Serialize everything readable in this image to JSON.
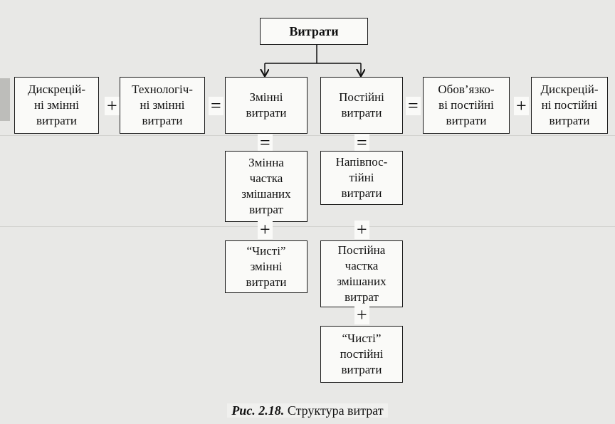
{
  "diagram": {
    "root": "Витрати",
    "variable": "Змінні\nвитрати",
    "fixed": "Постійні\nвитрати",
    "discretionary_variable": "Дискрецій-\nні змінні\nвитрати",
    "technological_variable": "Технологіч-\nні змінні\nвитрати",
    "committed_fixed": "Обов’язко-\nві постійні\nвитрати",
    "discretionary_fixed": "Дискрецій-\nні постійні\nвитрати",
    "variable_part_mixed": "Змінна\nчастка\nзмішаних\nвитрат",
    "semi_fixed": "Напівпос-\nтійні\nвитрати",
    "pure_variable": "“Чисті”\nзмінні\nвитрати",
    "fixed_part_mixed": "Постійна\nчастка\nзмішаних\nвитрат",
    "pure_fixed": "“Чисті”\nпостійні\nвитрати"
  },
  "operators": {
    "plus": "+",
    "equals": "="
  },
  "caption": {
    "number": "Рис. 2.18.",
    "text": "Структура витрат"
  }
}
